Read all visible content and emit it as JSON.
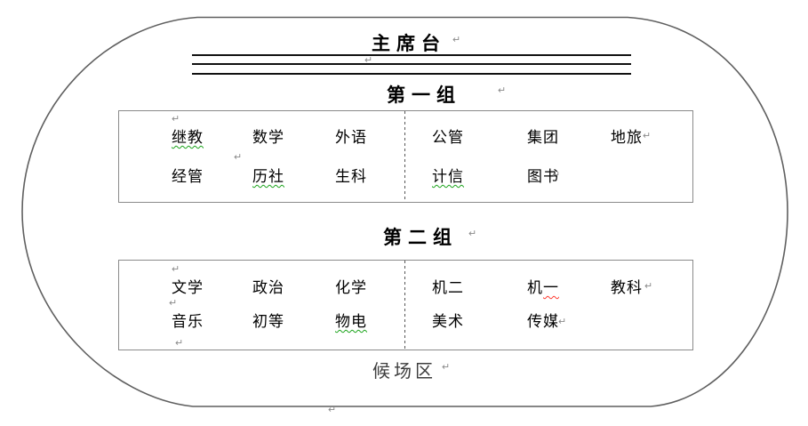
{
  "rostrum": {
    "title": "主席台"
  },
  "group1": {
    "label": "第一组",
    "rows": [
      {
        "cells": [
          {
            "text": "继教",
            "mark": "green"
          },
          {
            "text": "数学"
          },
          {
            "text": "外语"
          },
          {
            "text": "公管"
          },
          {
            "text": "集团"
          },
          {
            "text": "地旅"
          }
        ]
      },
      {
        "cells": [
          {
            "text": "经管"
          },
          {
            "text": "历社",
            "mark": "green"
          },
          {
            "text": "生科"
          },
          {
            "text": "计信",
            "mark": "green"
          },
          {
            "text": "图书"
          }
        ]
      }
    ]
  },
  "group2": {
    "label": "第二组",
    "rows": [
      {
        "cells": [
          {
            "text": "文学"
          },
          {
            "text": "政治"
          },
          {
            "text": "化学"
          },
          {
            "text": "机二"
          },
          {
            "text_head": "机",
            "text_tail": "一",
            "mark": "red"
          },
          {
            "text": "教科"
          }
        ]
      },
      {
        "cells": [
          {
            "text": "音乐"
          },
          {
            "text": "初等"
          },
          {
            "text": "物电",
            "mark": "green"
          },
          {
            "text": "美术"
          },
          {
            "text": "传媒"
          }
        ]
      }
    ]
  },
  "waiting_area": {
    "label": "候场区"
  },
  "pilcrow_char": "↵",
  "colors": {
    "track_border": "#5f5f5f",
    "box_border": "#8a8a8a",
    "stage_lines": "#111111",
    "spellcheck_green": "#1aa31a",
    "spellcheck_red": "#ff3b30",
    "pilcrow": "#8a8a8a"
  }
}
